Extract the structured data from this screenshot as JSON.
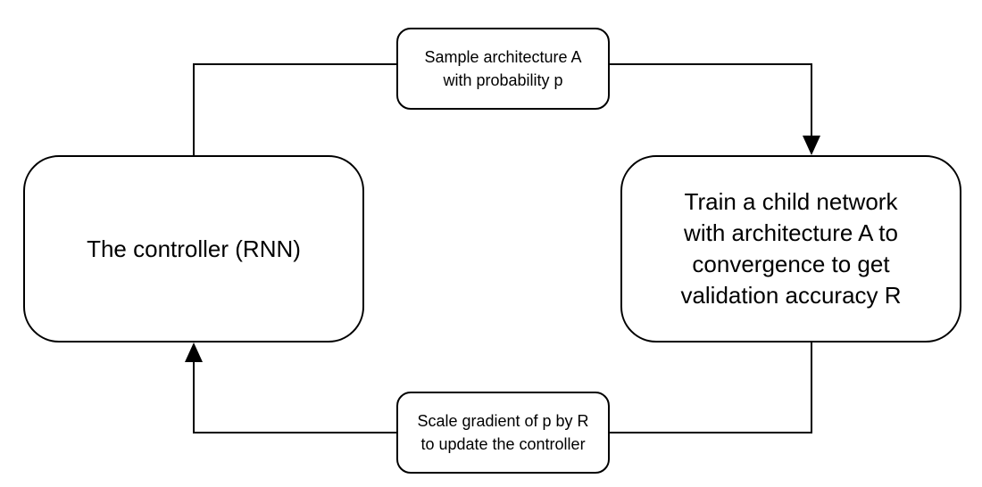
{
  "nodes": {
    "controller": {
      "lines": [
        "The controller (RNN)"
      ]
    },
    "child_network": {
      "lines": [
        "Train a child network",
        "with architecture A to",
        "convergence to get",
        "validation accuracy R"
      ]
    },
    "sample_label": {
      "lines": [
        "Sample architecture A",
        "with probability p"
      ]
    },
    "scale_label": {
      "lines": [
        "Scale gradient of p by R",
        "to update the controller"
      ]
    }
  },
  "colors": {
    "stroke": "#000000",
    "background": "#ffffff"
  }
}
